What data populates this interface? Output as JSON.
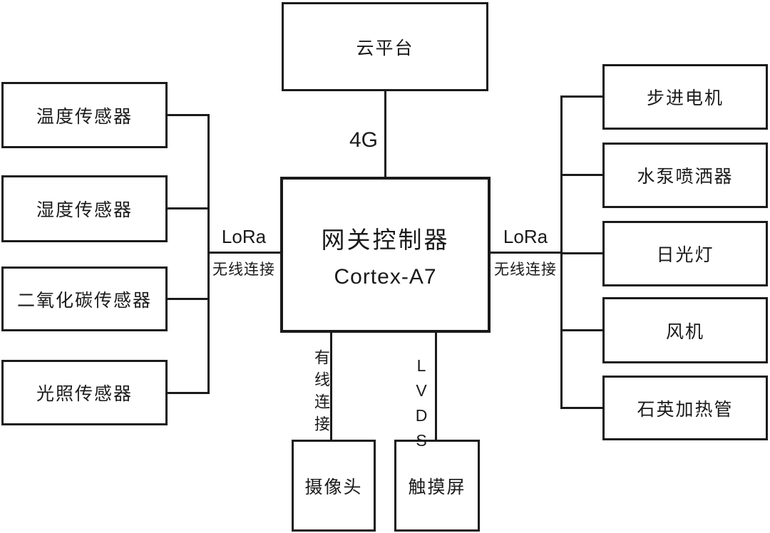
{
  "diagram": {
    "background": "#ffffff",
    "line_color": "#1a1a1a",
    "text_color": "#1a1a1a",
    "nodes": {
      "cloud": "云平台",
      "gateway_title": "网关控制器",
      "gateway_subtitle": "Cortex-A7",
      "camera": "摄像头",
      "touchscreen": "触摸屏"
    },
    "sensors": [
      "温度传感器",
      "湿度传感器",
      "二氧化碳传感器",
      "光照传感器"
    ],
    "actuators": [
      "步进电机",
      "水泵喷洒器",
      "日光灯",
      "风机",
      "石英加热管"
    ],
    "links": {
      "cloud_gateway": "4G",
      "left_protocol": "LoRa",
      "left_type": "无线连接",
      "right_protocol": "LoRa",
      "right_type": "无线连接",
      "camera_link": "有线连接",
      "touchscreen_link": "LVDS"
    }
  }
}
